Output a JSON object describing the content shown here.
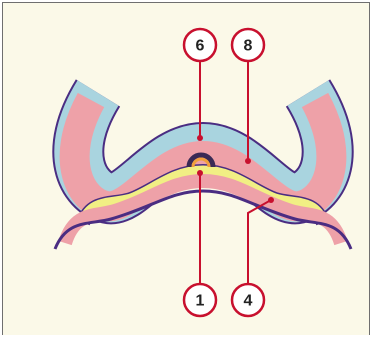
{
  "callouts": [
    {
      "id": "c6",
      "label": "6"
    },
    {
      "id": "c8",
      "label": "8"
    },
    {
      "id": "c1",
      "label": "1"
    },
    {
      "id": "c4",
      "label": "4"
    }
  ],
  "colors": {
    "background": "#fbf9e8",
    "outer_layer": "#4a2d82",
    "blue_layer": "#a9d4df",
    "pink_layer": "#eea1a8",
    "yellow_layer": "#f1ef84",
    "callout_red": "#c8102e",
    "arch_orange": "#f2a03c",
    "arch_dark": "#3a2a55"
  }
}
